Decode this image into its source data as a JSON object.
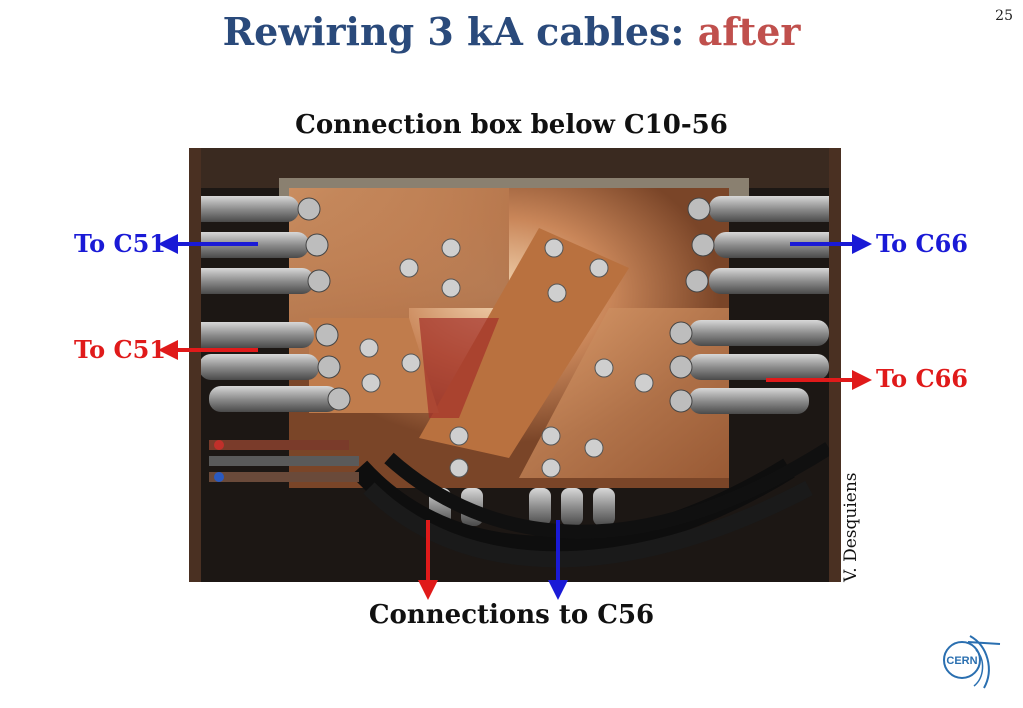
{
  "slide": {
    "title_main": "Rewiring 3 kA cables: ",
    "title_accent": "after",
    "page_number": "25",
    "photo_caption": "Connection box below C10-56",
    "bottom_caption": "Connections to C56",
    "photo_credit": "V. Desquiens",
    "logo_text": "CERN"
  },
  "labels": {
    "left_top": "To C51",
    "left_bottom": "To C51",
    "right_top": "To C66",
    "right_bottom": "To C66"
  },
  "colors": {
    "title": "#2a4a7b",
    "accent": "#c0504d",
    "blue_arrow": "#1a1ad6",
    "red_arrow": "#e01a1a"
  }
}
